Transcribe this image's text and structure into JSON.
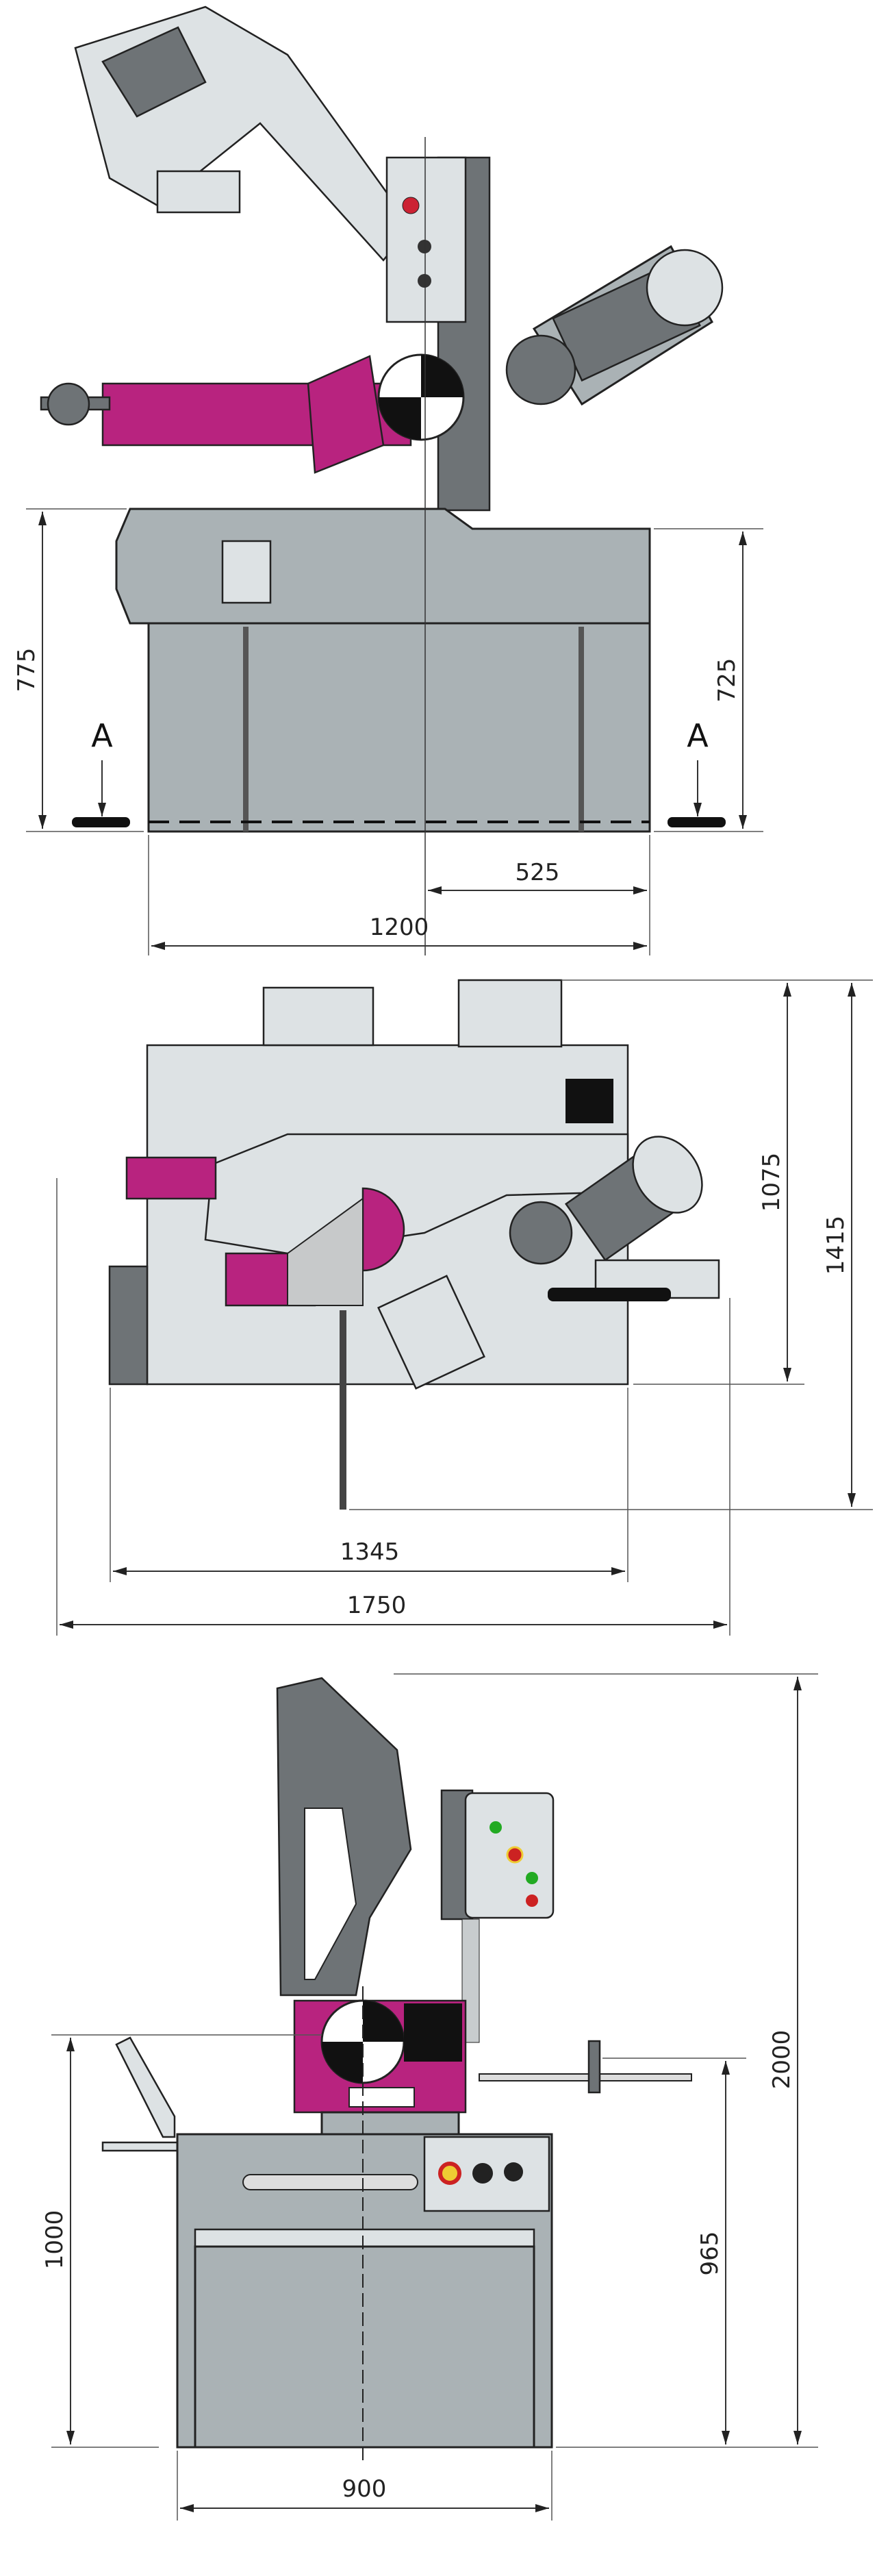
{
  "title": "Band saw dimension drawing",
  "views": {
    "front": {
      "dimensions": {
        "height_total": "775",
        "height_table": "725",
        "depth_offset": "525",
        "width": "1200"
      },
      "section_marks": [
        "A",
        "A"
      ]
    },
    "top": {
      "dimensions": {
        "depth_body": "1075",
        "depth_total": "1415",
        "width_body": "1345",
        "width_total": "1750"
      }
    },
    "side": {
      "dimensions": {
        "height_max": "2000",
        "height_work": "1000",
        "height_vise": "965",
        "width_base": "900"
      }
    }
  },
  "colors": {
    "body": "#aab2b5",
    "accent": "#b8237f",
    "line": "#222222"
  }
}
